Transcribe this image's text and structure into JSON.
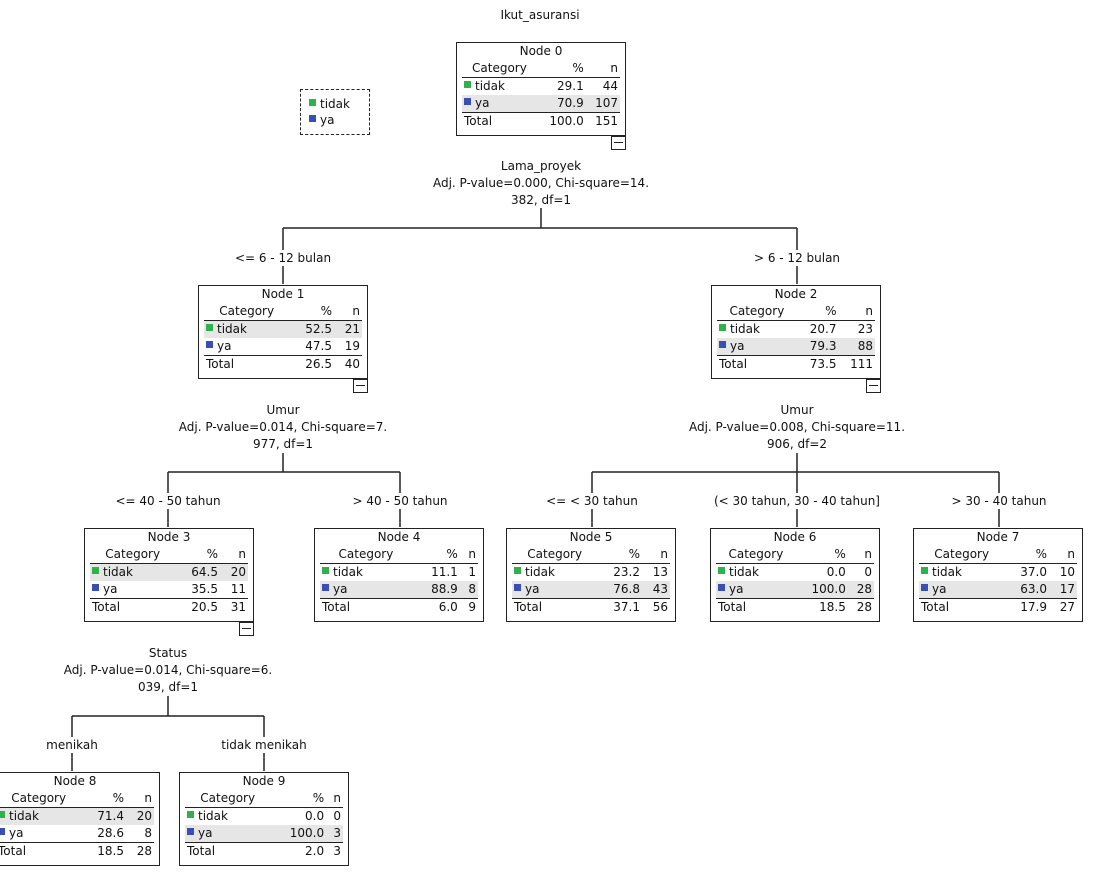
{
  "title": "Ikut_asuransi",
  "colors": {
    "tidak": "#2db34a",
    "ya": "#3b4fb3"
  },
  "legend": {
    "items": [
      "tidak",
      "ya"
    ]
  },
  "header": {
    "category": "Category",
    "pct": "%",
    "n": "n",
    "total": "Total"
  },
  "nodes": [
    {
      "label": "Node 0",
      "highlight": "ya",
      "rows": [
        {
          "cat": "tidak",
          "pct": "29.1",
          "n": "44"
        },
        {
          "cat": "ya",
          "pct": "70.9",
          "n": "107"
        }
      ],
      "total": {
        "pct": "100.0",
        "n": "151"
      }
    },
    {
      "label": "Node 1",
      "highlight": "tidak",
      "rows": [
        {
          "cat": "tidak",
          "pct": "52.5",
          "n": "21"
        },
        {
          "cat": "ya",
          "pct": "47.5",
          "n": "19"
        }
      ],
      "total": {
        "pct": "26.5",
        "n": "40"
      }
    },
    {
      "label": "Node 2",
      "highlight": "ya",
      "rows": [
        {
          "cat": "tidak",
          "pct": "20.7",
          "n": "23"
        },
        {
          "cat": "ya",
          "pct": "79.3",
          "n": "88"
        }
      ],
      "total": {
        "pct": "73.5",
        "n": "111"
      }
    },
    {
      "label": "Node 3",
      "highlight": "tidak",
      "rows": [
        {
          "cat": "tidak",
          "pct": "64.5",
          "n": "20"
        },
        {
          "cat": "ya",
          "pct": "35.5",
          "n": "11"
        }
      ],
      "total": {
        "pct": "20.5",
        "n": "31"
      }
    },
    {
      "label": "Node 4",
      "highlight": "ya",
      "rows": [
        {
          "cat": "tidak",
          "pct": "11.1",
          "n": "1"
        },
        {
          "cat": "ya",
          "pct": "88.9",
          "n": "8"
        }
      ],
      "total": {
        "pct": "6.0",
        "n": "9"
      }
    },
    {
      "label": "Node 5",
      "highlight": "ya",
      "rows": [
        {
          "cat": "tidak",
          "pct": "23.2",
          "n": "13"
        },
        {
          "cat": "ya",
          "pct": "76.8",
          "n": "43"
        }
      ],
      "total": {
        "pct": "37.1",
        "n": "56"
      }
    },
    {
      "label": "Node 6",
      "highlight": "ya",
      "rows": [
        {
          "cat": "tidak",
          "pct": "0.0",
          "n": "0"
        },
        {
          "cat": "ya",
          "pct": "100.0",
          "n": "28"
        }
      ],
      "total": {
        "pct": "18.5",
        "n": "28"
      }
    },
    {
      "label": "Node 7",
      "highlight": "ya",
      "rows": [
        {
          "cat": "tidak",
          "pct": "37.0",
          "n": "10"
        },
        {
          "cat": "ya",
          "pct": "63.0",
          "n": "17"
        }
      ],
      "total": {
        "pct": "17.9",
        "n": "27"
      }
    },
    {
      "label": "Node 8",
      "highlight": "tidak",
      "rows": [
        {
          "cat": "tidak",
          "pct": "71.4",
          "n": "20"
        },
        {
          "cat": "ya",
          "pct": "28.6",
          "n": "8"
        }
      ],
      "total": {
        "pct": "18.5",
        "n": "28"
      }
    },
    {
      "label": "Node 9",
      "highlight": "ya",
      "rows": [
        {
          "cat": "tidak",
          "pct": "0.0",
          "n": "0"
        },
        {
          "cat": "ya",
          "pct": "100.0",
          "n": "3"
        }
      ],
      "total": {
        "pct": "2.0",
        "n": "3"
      }
    }
  ],
  "splits": [
    {
      "var": "Lama_proyek",
      "stat1": "Adj. P-value=0.000, Chi-square=14.",
      "stat2": "382, df=1"
    },
    {
      "var": "Umur",
      "stat1": "Adj. P-value=0.014, Chi-square=7.",
      "stat2": "977, df=1"
    },
    {
      "var": "Umur",
      "stat1": "Adj. P-value=0.008, Chi-square=11.",
      "stat2": "906, df=2"
    },
    {
      "var": "Status",
      "stat1": "Adj. P-value=0.014, Chi-square=6.",
      "stat2": "039, df=1"
    }
  ],
  "branches": [
    "<= 6 - 12 bulan",
    "> 6 - 12 bulan",
    "<= 40 - 50 tahun",
    "> 40 - 50 tahun",
    "<= < 30 tahun",
    "(< 30 tahun, 30 - 40 tahun]",
    "> 30 - 40 tahun",
    "menikah",
    "tidak menikah"
  ]
}
